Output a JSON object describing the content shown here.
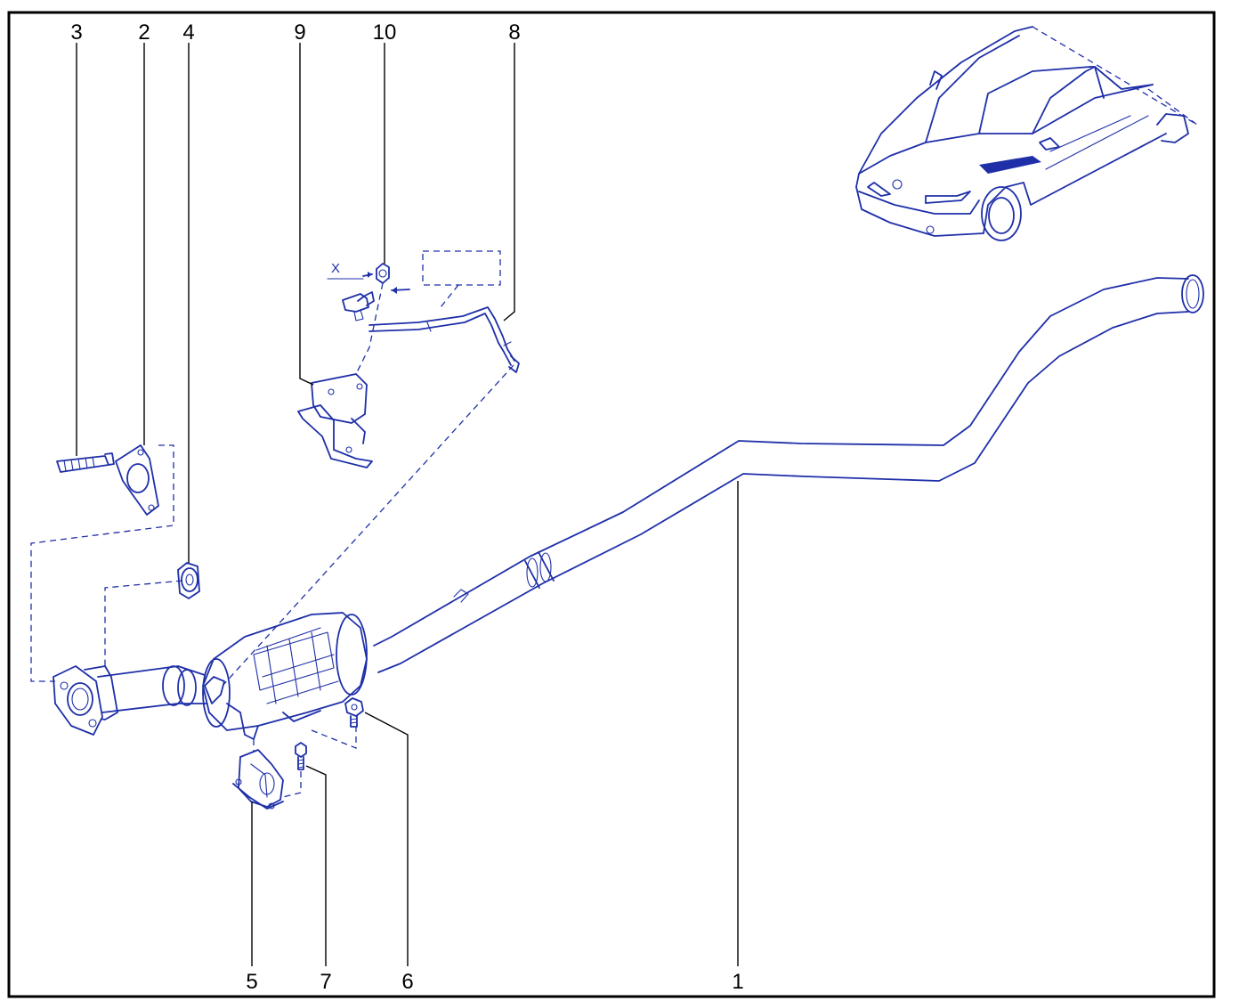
{
  "colors": {
    "line": "#1e2fa8",
    "frame": "#000000",
    "background": "#ffffff"
  },
  "callouts": {
    "c1": "1",
    "c2": "2",
    "c3": "3",
    "c4": "4",
    "c5": "5",
    "c6": "6",
    "c7": "7",
    "c8": "8",
    "c9": "9",
    "c10": "10"
  },
  "dimension_label": "X",
  "icons": [
    "car-locator-icon",
    "exhaust-system-drawing"
  ]
}
